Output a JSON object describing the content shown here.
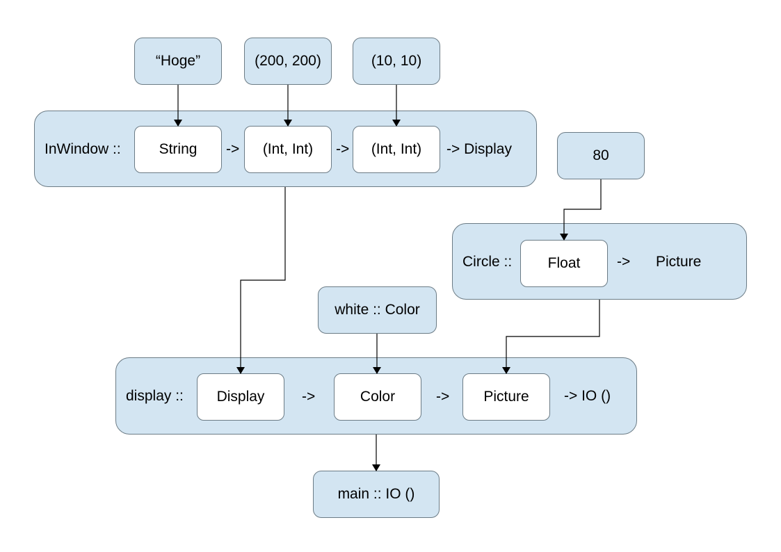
{
  "inputs": {
    "hoge": "“Hoge”",
    "size": "(200, 200)",
    "pos": "(10, 10)",
    "radius": "80",
    "white": "white :: Color"
  },
  "inwindow": {
    "label": "InWindow ::",
    "arg1": "String",
    "arrow1": "->",
    "arg2": "(Int, Int)",
    "arrow2": "->",
    "arg3": "(Int, Int)",
    "result": "-> Display"
  },
  "circle": {
    "label": "Circle ::",
    "arg1": "Float",
    "arrow1": "->",
    "result": "Picture"
  },
  "display": {
    "label": "display ::",
    "arg1": "Display",
    "arrow1": "->",
    "arg2": "Color",
    "arrow2": "->",
    "arg3": "Picture",
    "result": "-> IO ()"
  },
  "main": {
    "label": "main :: IO ()"
  },
  "colors": {
    "box_fill": "#d3e5f2",
    "slot_fill": "#ffffff",
    "border": "#6b7b85",
    "wire": "#000000"
  }
}
